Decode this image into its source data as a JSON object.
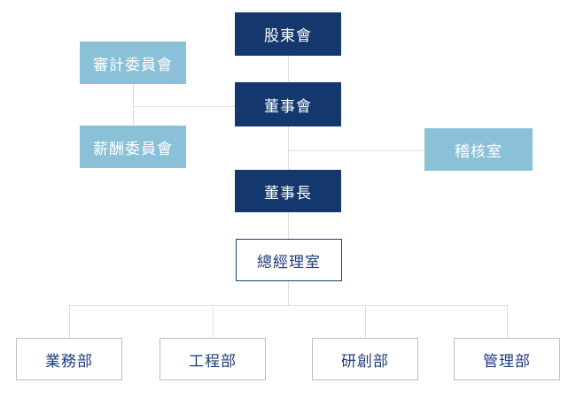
{
  "title": "organization-chart",
  "colors": {
    "dark_navy_box": "#14386e",
    "light_blue_box": "#8ac1d8",
    "navy_text_and_border": "#1d3d7b",
    "gray_box_border": "#bfbfbf",
    "connector_line": "#dcdfe2",
    "background": "#ffffff"
  },
  "nodes": {
    "shareholders": {
      "label": "股東會"
    },
    "audit_committee": {
      "label": "審計委員會"
    },
    "board": {
      "label": "董事會"
    },
    "compensation_committee": {
      "label": "薪酬委員會"
    },
    "audit_office": {
      "label": "稽核室"
    },
    "chairman": {
      "label": "董事長"
    },
    "gm_office": {
      "label": "總經理室"
    },
    "sales_dept": {
      "label": "業務部"
    },
    "engineering_dept": {
      "label": "工程部"
    },
    "rd_dept": {
      "label": "研創部"
    },
    "management_dept": {
      "label": "管理部"
    }
  }
}
